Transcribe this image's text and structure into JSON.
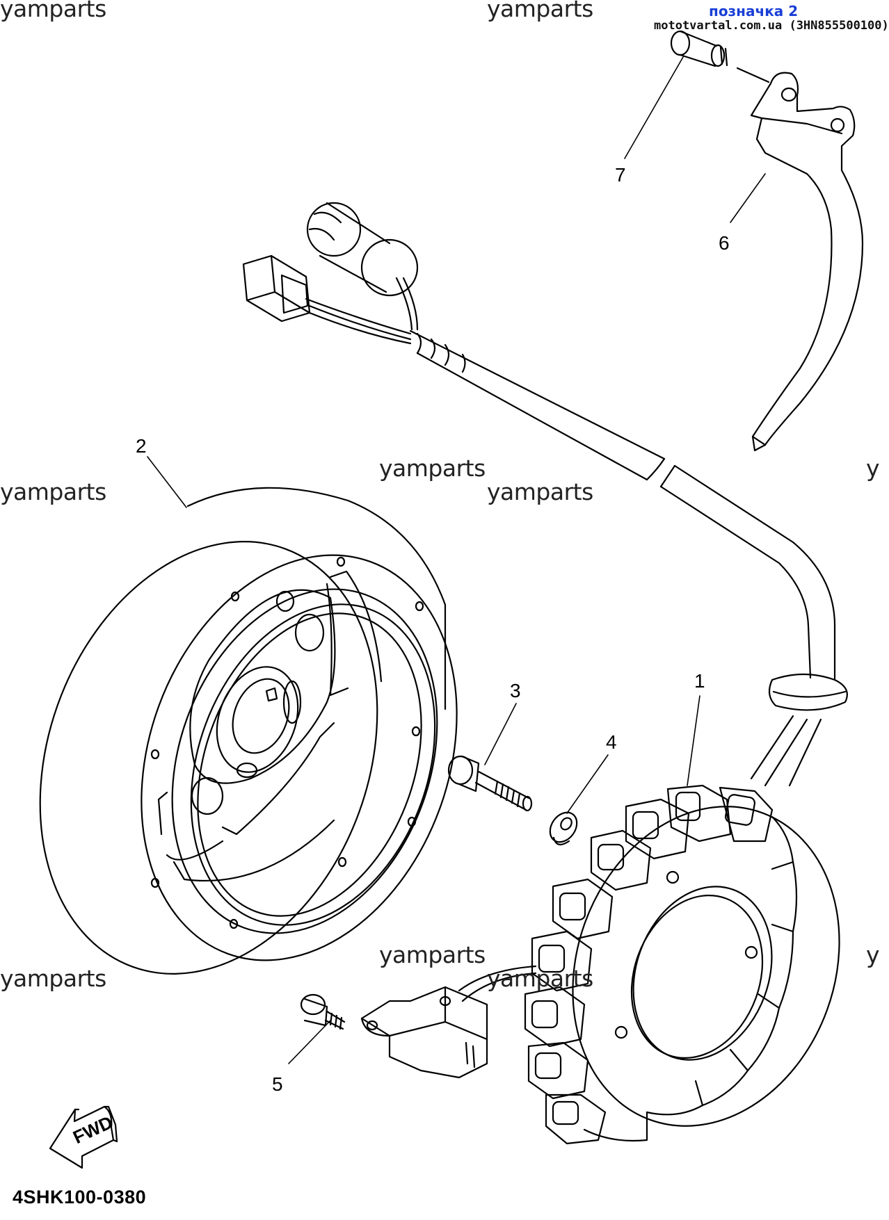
{
  "header": {
    "label": "позначка 2",
    "source": "mototvartal.com.ua (3HN855500100)"
  },
  "watermarks": [
    "yamparts",
    "yamparts",
    "yamparts",
    "yamparts",
    "yamparts",
    "yamparts",
    "yamparts",
    "yamparts",
    "y",
    "y"
  ],
  "callouts": [
    "1",
    "2",
    "3",
    "4",
    "5",
    "6",
    "7"
  ],
  "fwd_label": "FWD",
  "diagram_code": "4SHK100-0380"
}
